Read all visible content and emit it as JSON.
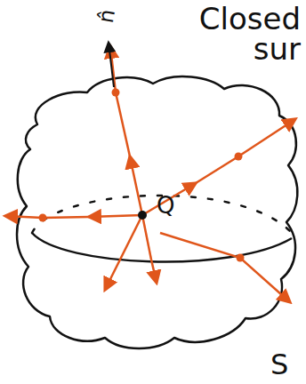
{
  "diagram": {
    "labels": [
      "n̂",
      "Closed sur",
      "Q",
      "S"
    ]
  }
}
